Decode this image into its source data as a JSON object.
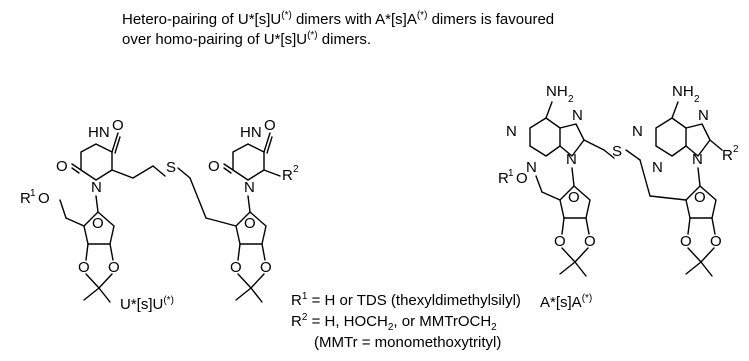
{
  "caption": {
    "line1_a": "Hetero-pairing of U*[s]U",
    "line1_sup1": "(*)",
    "line1_b": " dimers with A*[s]A",
    "line1_sup2": "(*)",
    "line1_c": " dimers is favoured",
    "line2_a": "over homo-pairing of U*[s]U",
    "line2_sup": "(*)",
    "line2_b": " dimers."
  },
  "atoms": {
    "O": "O",
    "N": "N",
    "S": "S",
    "HN": "HN",
    "NH": "NH",
    "H2": "2",
    "R": "R",
    "one": "1",
    "two": "2",
    "R1O": "R"
  },
  "labels": {
    "uu_name": "U*[s]U",
    "uu_sup": "(*)",
    "aa_name": "A*[s]A",
    "aa_sup": "(*)",
    "r1_a": "R",
    "r1_sup": "1",
    "r1_b": " = H or TDS (thexyldimethylsilyl)",
    "r2_a": "R",
    "r2_sup": "2",
    "r2_b": " =  H, HOCH",
    "r2_sub1": "2",
    "r2_c": ", or MMTrOCH",
    "r2_sub2": "2",
    "mmtr": "(MMTr = monomethoxytrityl)"
  }
}
